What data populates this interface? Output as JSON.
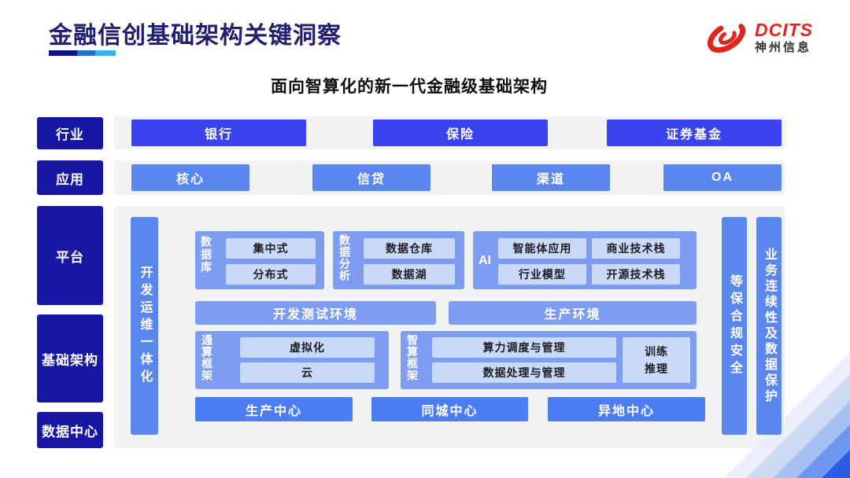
{
  "header": {
    "title": "金融信创基础架构关键洞察",
    "logo": {
      "brand": "DCITS",
      "company": "神州信息"
    }
  },
  "subtitle": "面向智算化的新一代金融级基础架构",
  "side_labels": {
    "industry": "行业",
    "application": "应用",
    "platform": "平台",
    "infrastructure": "基础架构",
    "datacenter": "数据中心"
  },
  "industry_row": {
    "items": [
      "银行",
      "保险",
      "证券基金"
    ]
  },
  "application_row": {
    "items": [
      "核心",
      "信贷",
      "渠道",
      "OA"
    ]
  },
  "platform": {
    "devops_bar": "开发运维一体化",
    "database": {
      "label": "数据库",
      "items": [
        "集中式",
        "分布式"
      ]
    },
    "analytics": {
      "label": "数据分析",
      "items": [
        "数据仓库",
        "数据湖"
      ]
    },
    "ai": {
      "label": "AI",
      "items": [
        "智能体应用",
        "商业技术栈",
        "行业模型",
        "开源技术栈"
      ]
    },
    "dev_test_env": "开发测试环境",
    "prod_env": "生产环境",
    "general_compute": {
      "label": "通算框架",
      "items": [
        "虚拟化",
        "云"
      ]
    },
    "intelligent_compute": {
      "label": "智算框架",
      "items": [
        "算力调度与管理",
        "数据处理与管理"
      ],
      "training_lines": [
        "训练",
        "推理"
      ]
    },
    "centers": [
      "生产中心",
      "同城中心",
      "异地中心"
    ],
    "security_bar": "等保合规安全",
    "continuity_bar": "业务连续性及数据保护"
  },
  "colors": {
    "title_navy": "#20206e",
    "label_navy": "#1717a3",
    "industry_blue": "#3a43ef",
    "mid_blue": "#5b86f0",
    "group_blue": "#7d9cf2",
    "chip_blue": "#c9daf8",
    "center_blue": "#4d7df2",
    "panel_gray": "#f1f2f4",
    "logo_red": "#e0251c"
  }
}
